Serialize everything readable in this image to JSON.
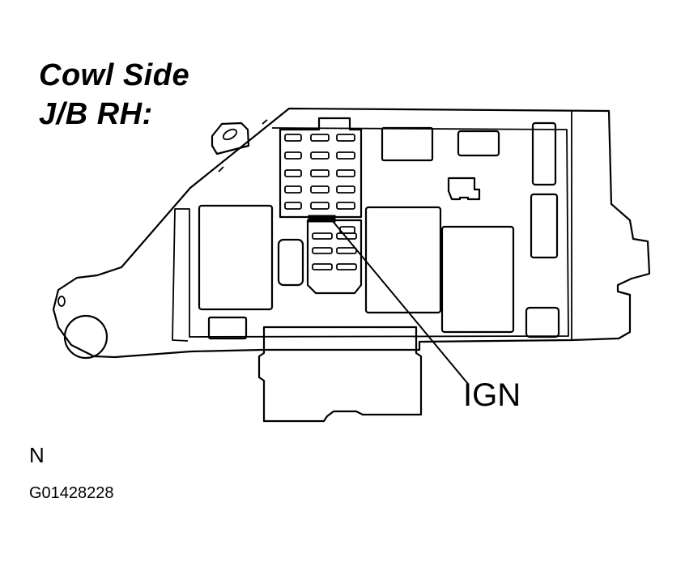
{
  "title": {
    "line1": "Cowl Side",
    "line2": "J/B RH:"
  },
  "callout": {
    "label": "IGN"
  },
  "footer": {
    "view_letter": "N",
    "figure_code": "G01428228"
  },
  "colors": {
    "ink": "#000000",
    "background": "#ffffff"
  }
}
